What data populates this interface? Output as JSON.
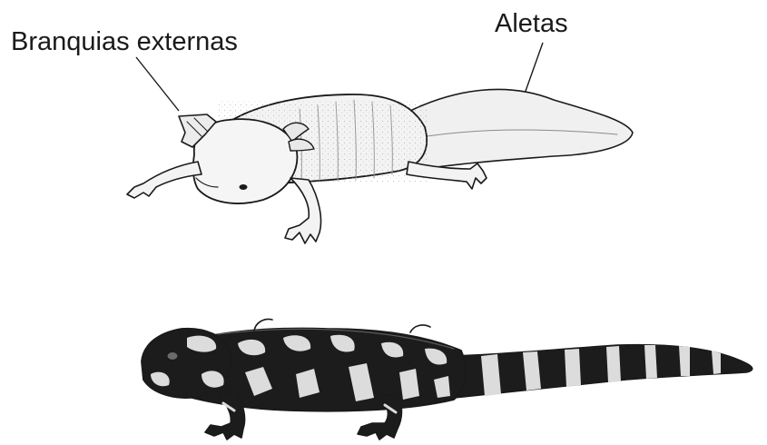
{
  "labels": {
    "gills": "Branquias externas",
    "fins": "Aletas"
  },
  "colors": {
    "ink": "#1a1a1a",
    "larva_fill": "#f3f3f3",
    "adult_dark": "#1c1c1c",
    "adult_spots": "#dcdcdc",
    "background": "#ffffff"
  },
  "icons": {
    "larva": "axolotl-larva-illustration",
    "adult": "tiger-salamander-adult-illustration"
  }
}
